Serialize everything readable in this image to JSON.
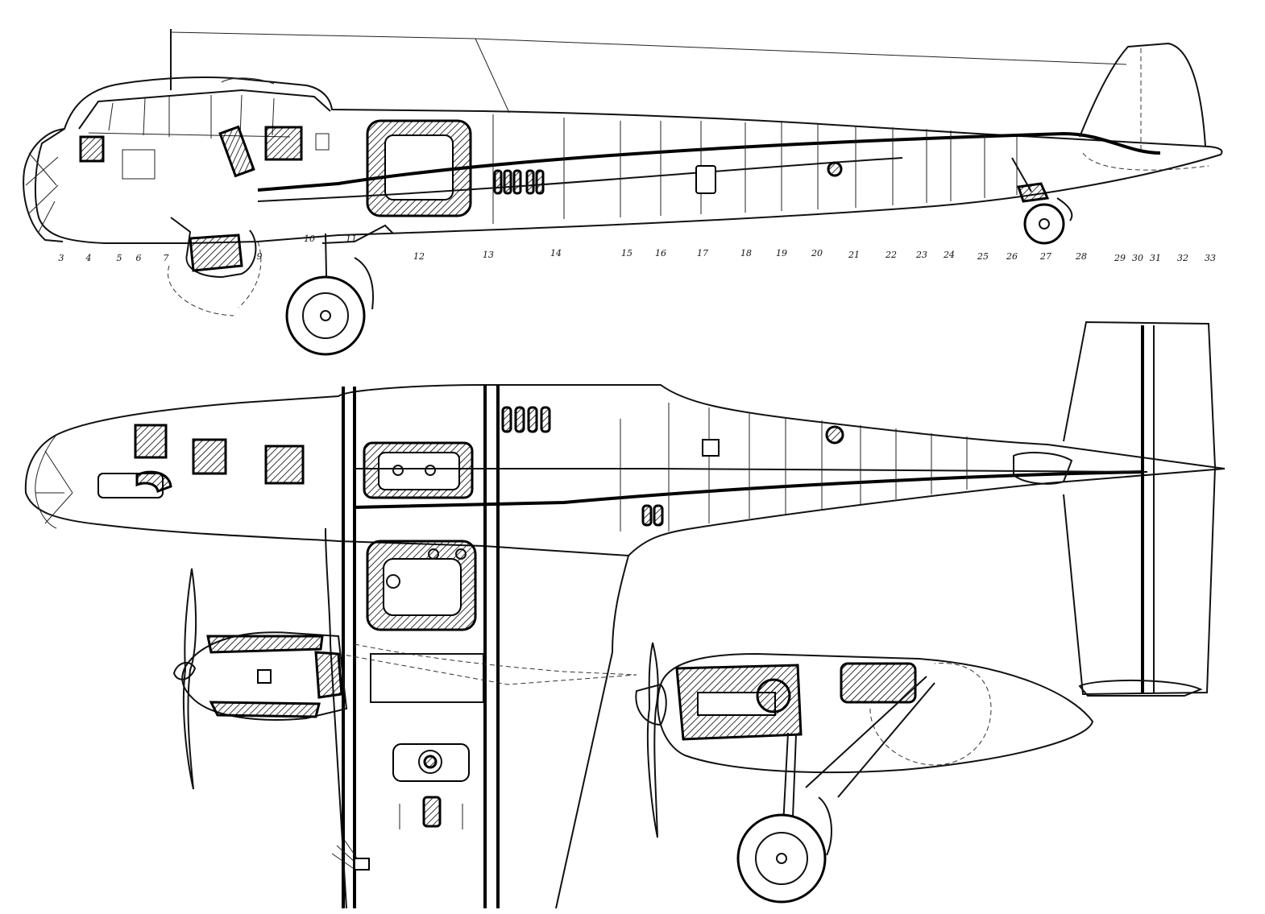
{
  "drawing": {
    "views": [
      "side-cutaway",
      "plan-cutaway",
      "engine-nacelle-side"
    ],
    "frame_stations": [
      {
        "label": "3"
      },
      {
        "label": "4"
      },
      {
        "label": "5"
      },
      {
        "label": "6"
      },
      {
        "label": "7"
      },
      {
        "label": "9"
      },
      {
        "label": "10"
      },
      {
        "label": "11"
      },
      {
        "label": "12"
      },
      {
        "label": "13"
      },
      {
        "label": "14"
      },
      {
        "label": "15"
      },
      {
        "label": "16"
      },
      {
        "label": "17"
      },
      {
        "label": "18"
      },
      {
        "label": "19"
      },
      {
        "label": "20"
      },
      {
        "label": "21"
      },
      {
        "label": "22"
      },
      {
        "label": "23"
      },
      {
        "label": "24"
      },
      {
        "label": "25"
      },
      {
        "label": "26"
      },
      {
        "label": "27"
      },
      {
        "label": "28"
      },
      {
        "label": "29"
      },
      {
        "label": "30"
      },
      {
        "label": "31"
      },
      {
        "label": "32"
      },
      {
        "label": "33"
      }
    ]
  }
}
